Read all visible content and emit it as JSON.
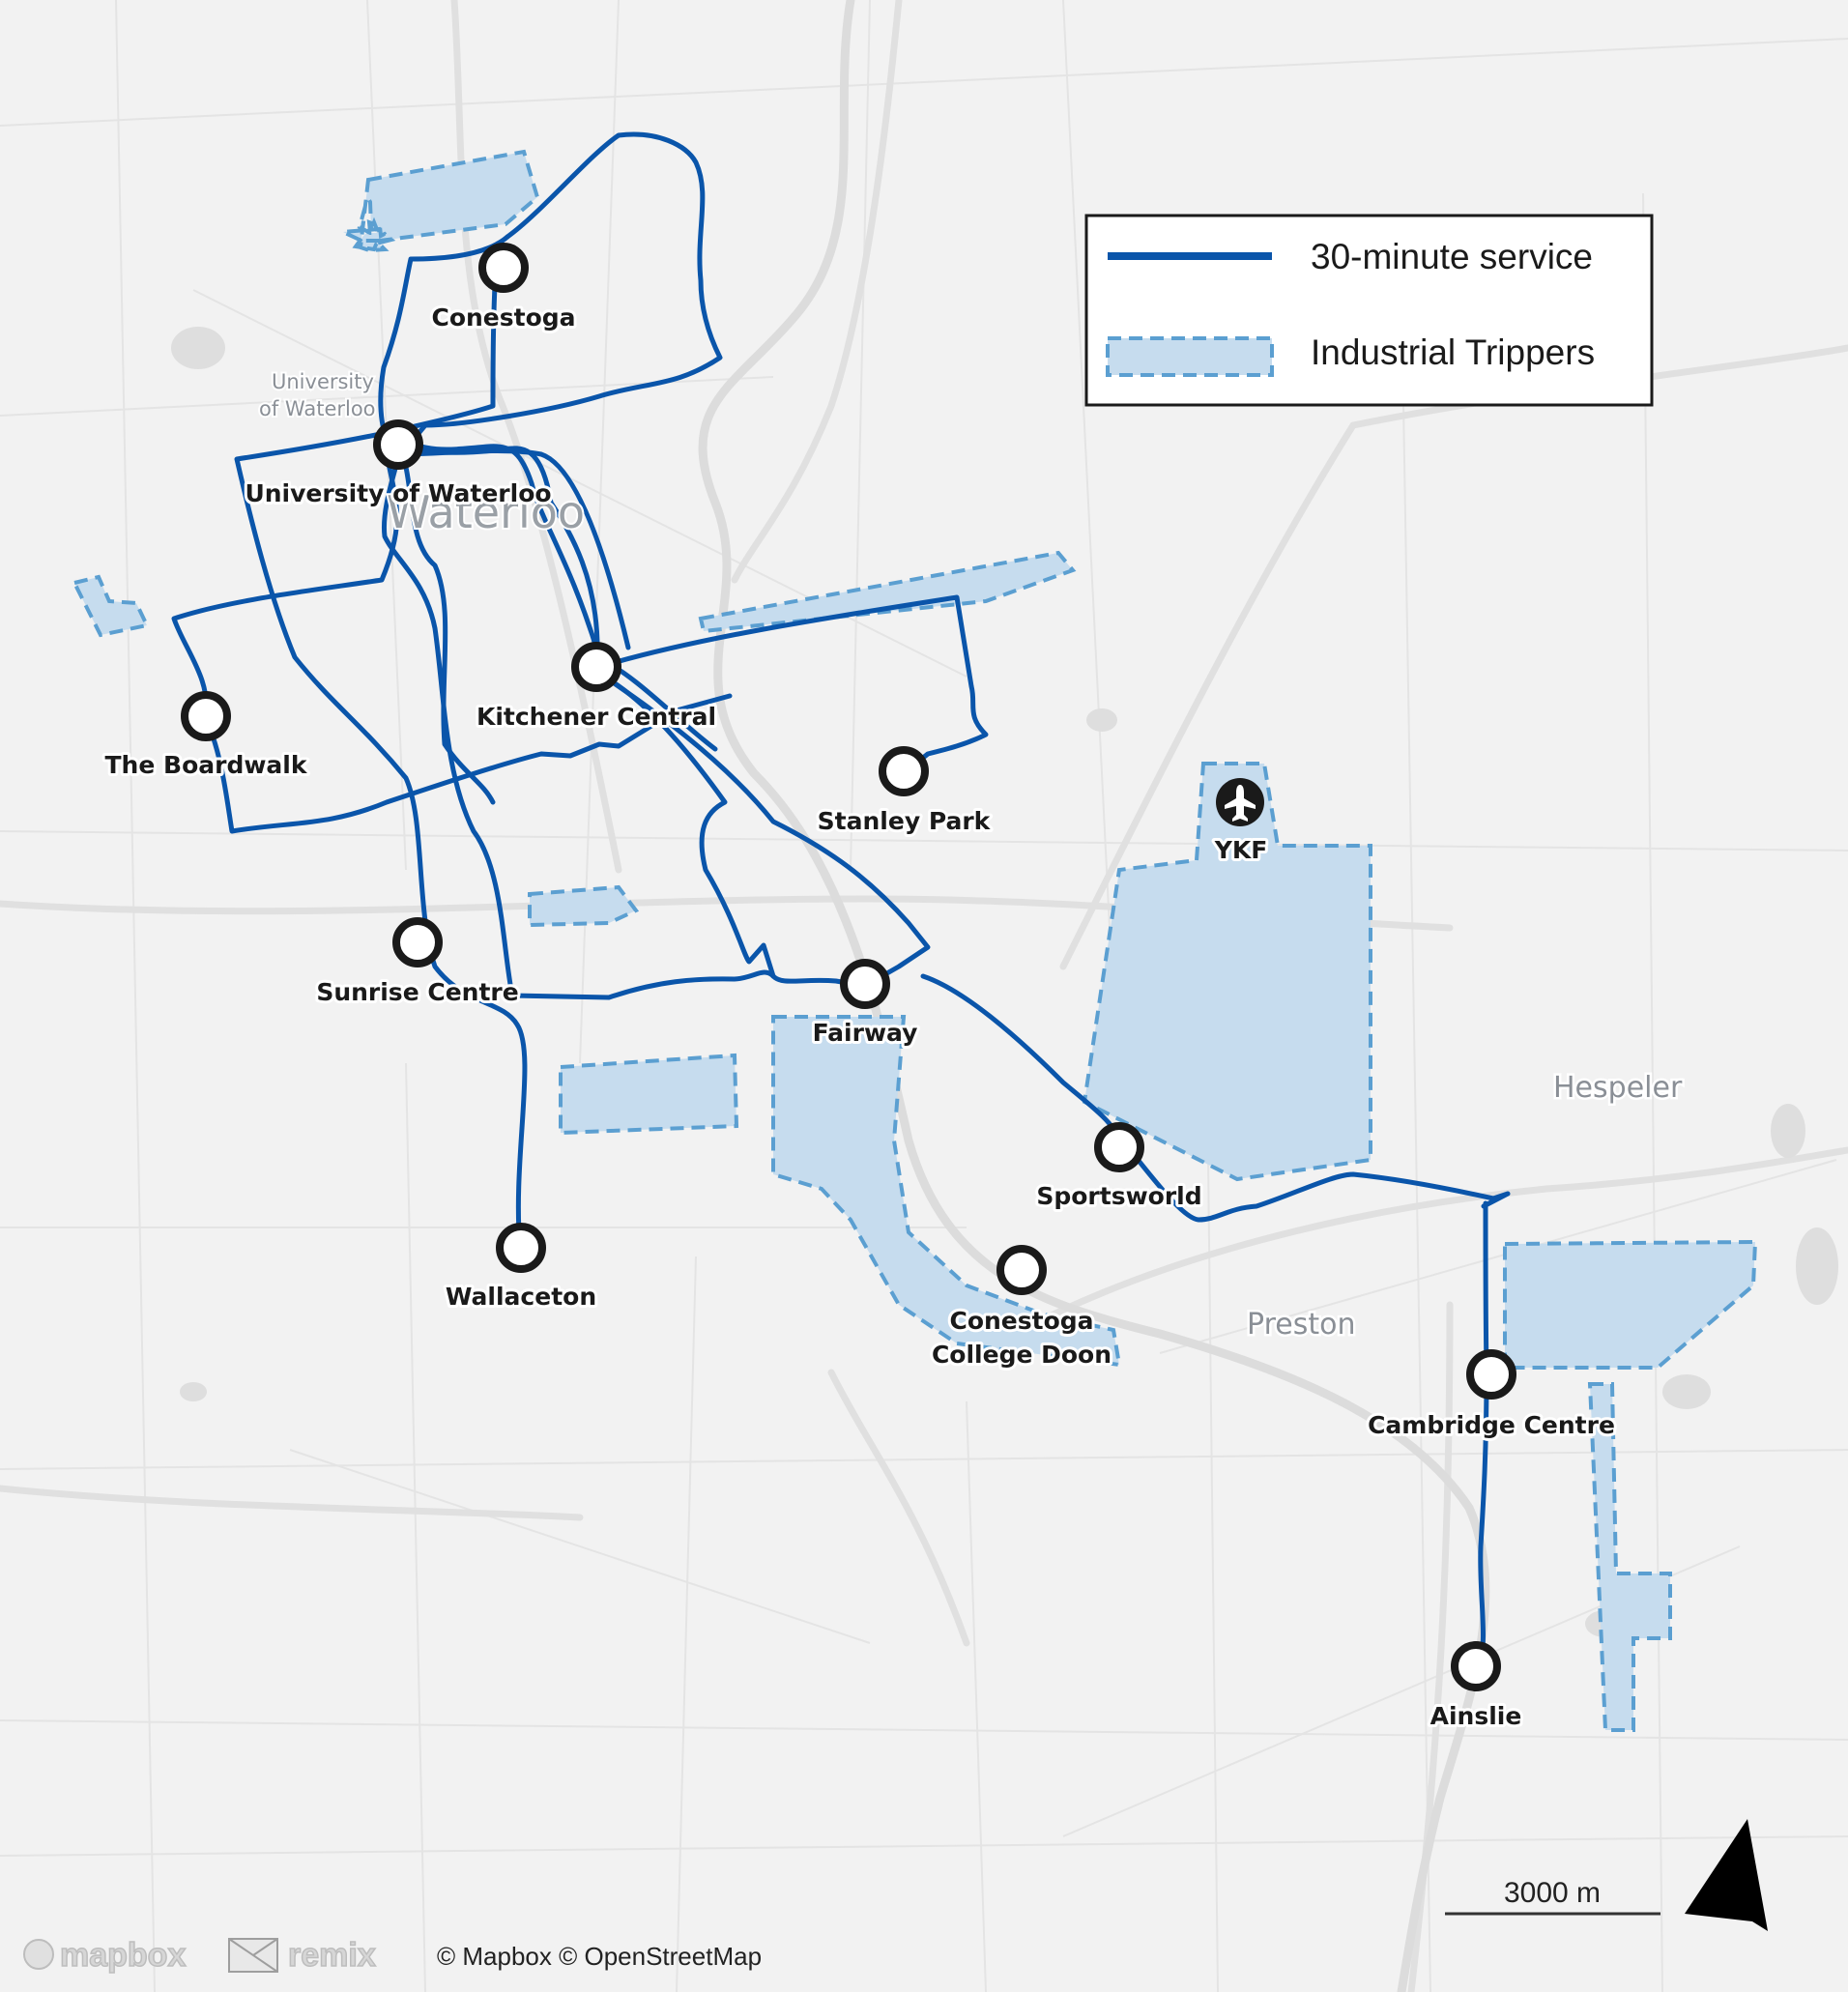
{
  "legend": {
    "service_label": "30-minute service",
    "trippers_label": "Industrial Trippers"
  },
  "stops": [
    {
      "name": "Conestoga"
    },
    {
      "name": "University of Waterloo"
    },
    {
      "name": "The Boardwalk"
    },
    {
      "name": "Kitchener Central"
    },
    {
      "name": "Stanley Park"
    },
    {
      "name": "Sunrise Centre"
    },
    {
      "name": "Fairway"
    },
    {
      "name": "Wallaceton"
    },
    {
      "name": "Sportsworld"
    },
    {
      "name": "Conestoga"
    },
    {
      "name": "College Doon"
    },
    {
      "name": "Cambridge Centre"
    },
    {
      "name": "Ainslie"
    }
  ],
  "places": {
    "waterloo": "Waterloo",
    "uw_poi_line1": "University",
    "uw_poi_line2": "of Waterloo",
    "hespeler": "Hespeler",
    "preston": "Preston"
  },
  "airport": {
    "code": "YKF",
    "icon": "airplane-icon"
  },
  "scale_bar": {
    "label": "3000 m"
  },
  "north_arrow": {
    "icon": "north-arrow-icon"
  },
  "attribution": {
    "brand1": "mapbox",
    "brand2": "remix",
    "text": "© Mapbox © OpenStreetMap"
  },
  "colors": {
    "route": "#0a55aa",
    "tripper_fill": "#c6dcee",
    "tripper_stroke": "#5b9fd1",
    "background": "#f2f2f2",
    "roads": "#e2e2e2"
  }
}
